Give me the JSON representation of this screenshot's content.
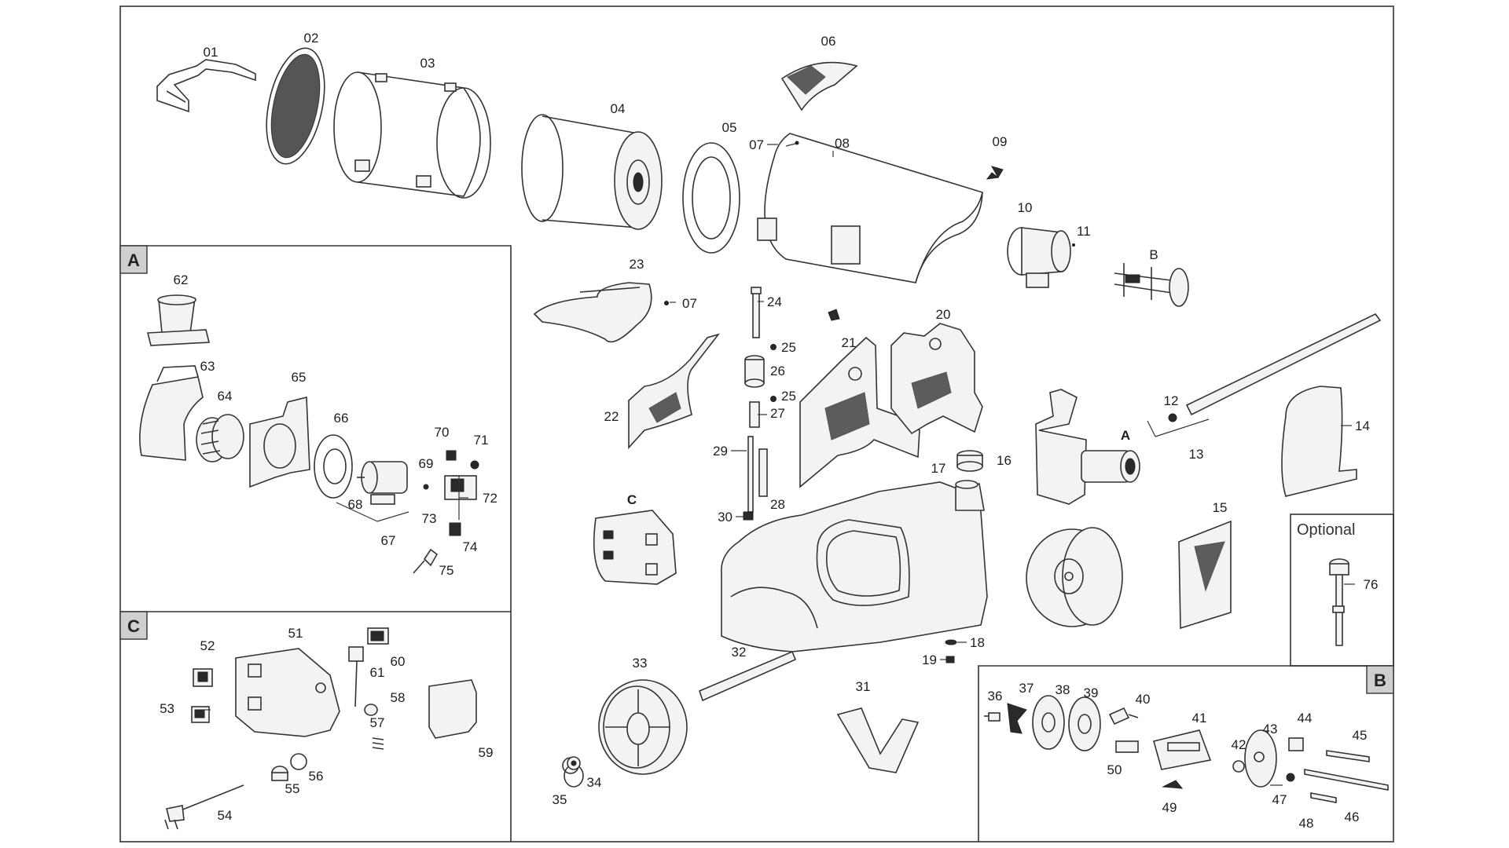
{
  "sections": {
    "A": "A",
    "B": "B",
    "C": "C",
    "optional": "Optional"
  },
  "part_numbers": [
    "01",
    "02",
    "03",
    "04",
    "05",
    "06",
    "07",
    "08",
    "09",
    "10",
    "11",
    "12",
    "13",
    "14",
    "15",
    "16",
    "17",
    "18",
    "19",
    "20",
    "21",
    "22",
    "23",
    "24",
    "25",
    "26",
    "27",
    "28",
    "29",
    "30",
    "31",
    "32",
    "33",
    "34",
    "35",
    "36",
    "37",
    "38",
    "39",
    "40",
    "41",
    "42",
    "43",
    "44",
    "45",
    "46",
    "47",
    "48",
    "49",
    "50",
    "51",
    "52",
    "53",
    "54",
    "55",
    "56",
    "57",
    "58",
    "59",
    "60",
    "61",
    "62",
    "63",
    "64",
    "65",
    "66",
    "67",
    "68",
    "69",
    "70",
    "71",
    "72",
    "73",
    "74",
    "75",
    "76"
  ],
  "extra_labels": [
    "07",
    "25",
    "A",
    "B",
    "C"
  ]
}
